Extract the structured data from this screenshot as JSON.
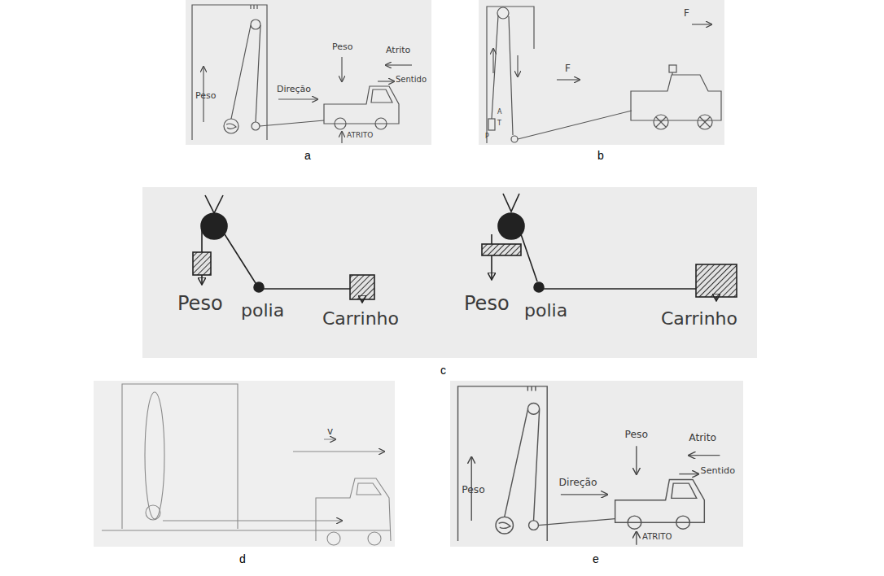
{
  "diagram": {
    "labels": [
      "Peso",
      "Direção",
      "Peso",
      "Atrito",
      "Sentido",
      "ATRITO",
      "a",
      "F",
      "F",
      "A",
      "T",
      "P",
      "b",
      "Peso",
      "polia",
      "Carrinho",
      "Peso",
      "polia",
      "Carrinho",
      "c",
      "v",
      "d",
      "Peso",
      "Direção",
      "Peso",
      "Atrito",
      "Sentido",
      "ATRITO",
      "e"
    ]
  }
}
